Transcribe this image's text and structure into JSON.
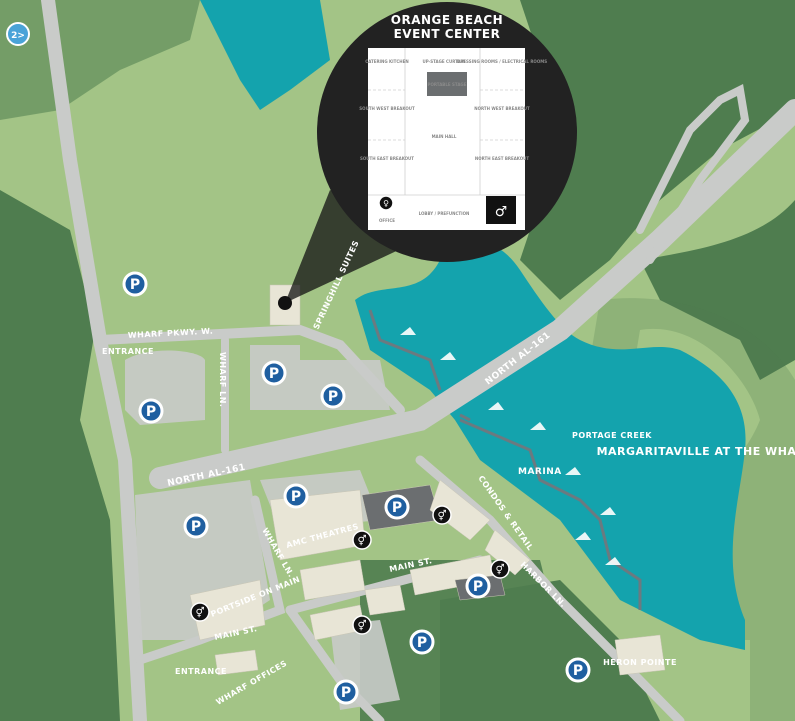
{
  "colors": {
    "water": "#14a3ad",
    "forest": "#4f7d4f",
    "grass": "#a3c486",
    "road": "#c9cbc9",
    "parking_badge": "#1f5fa0",
    "callout": "#222222"
  },
  "event_center": {
    "title_line1": "ORANGE BEACH",
    "title_line2": "EVENT CENTER",
    "rooms": {
      "catering_kitchen": "CATERING KITCHEN",
      "stage_curtain": "UP-STAGE CURTAIN",
      "dressing_rooms": "DRESSING ROOMS / ELECTRICAL ROOMS",
      "portable_stage": "PORTABLE STAGE",
      "sw_breakout": "SOUTH WEST BREAKOUT",
      "nw_breakout": "NORTH WEST BREAKOUT",
      "main_hall": "MAIN HALL",
      "se_breakout": "SOUTH EAST BREAKOUT",
      "ne_breakout": "NORTH EAST BREAKOUT",
      "office": "OFFICE",
      "lobby": "LOBBY / PREFUNCTION"
    }
  },
  "labels": {
    "wharf_pkwy": "WHARF PKWY. W.",
    "entrance_top": "ENTRANCE",
    "wharf_ln": "WHARF LN.",
    "springhill": "SPRINGHILL SUITES",
    "north_al_161_upper": "NORTH AL-161",
    "north_al_161_lower": "NORTH AL-161",
    "amc": "AMC THEATRES",
    "condos": "CONDOS & RETAIL",
    "marina": "MARINA",
    "portage_creek": "PORTAGE CREEK",
    "margaritaville": "MARGARITAVILLE AT THE WHARF",
    "main_st_upper": "MAIN ST.",
    "main_st_lower": "MAIN ST.",
    "portside": "PORTSIDE ON MAIN",
    "entrance_bottom": "ENTRANCE",
    "wharf_offices": "WHARF OFFICES",
    "heron_pointe": "HERON POINTE",
    "wharf_ln_lower": "WHARF LN.",
    "harbor_ln": "HARBOR LN."
  },
  "badges": {
    "parking_symbol": "P",
    "exit_badge": "2>",
    "restroom_icon": "restroom-icon"
  }
}
